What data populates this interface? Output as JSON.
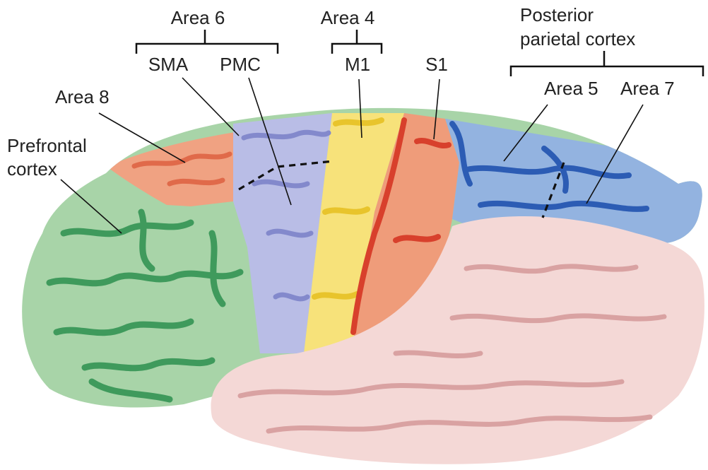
{
  "labels": {
    "area6": "Area 6",
    "area4": "Area 4",
    "ppc_line1": "Posterior",
    "ppc_line2": "parietal cortex",
    "sma": "SMA",
    "pmc": "PMC",
    "m1": "M1",
    "s1": "S1",
    "area8": "Area 8",
    "area5": "Area 5",
    "area7": "Area 7",
    "prefrontal_line1": "Prefrontal",
    "prefrontal_line2": "cortex"
  },
  "colors": {
    "prefrontal": "#a8d4a8",
    "prefrontal_sulci": "#3f9a5c",
    "area8": "#f0a282",
    "area8_sulci": "#e06a4a",
    "area6": "#b9bde6",
    "area6_sulci": "#8389cc",
    "m1": "#f7e27a",
    "m1_sulci": "#e8c42c",
    "s1": "#ef9c7a",
    "s1_sulci": "#d8402c",
    "parietal": "#93b3e0",
    "parietal_sulci": "#2c5cb4",
    "temporal_occipital": "#f4d8d6",
    "temporal_sulci": "#d9a2a2"
  }
}
